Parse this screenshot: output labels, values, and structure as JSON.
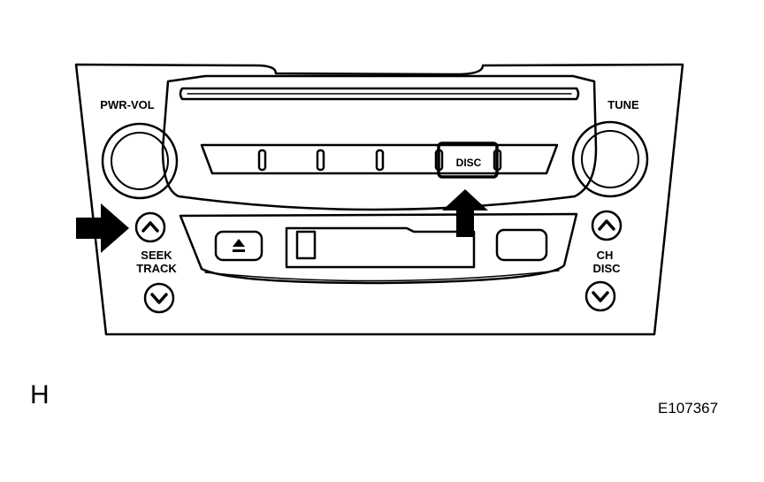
{
  "labels": {
    "pwr_vol": "PWR-VOL",
    "tune": "TUNE",
    "disc_button": "DISC",
    "seek": "SEEK",
    "track": "TRACK",
    "ch": "CH",
    "disc": "DISC"
  },
  "figure_letter": "H",
  "figure_code": "E107367",
  "icons": {
    "eject": "eject-icon",
    "up": "chevron-up-icon",
    "down": "chevron-down-icon",
    "pointer_right": "arrow-right-icon",
    "pointer_up": "arrow-up-icon"
  },
  "colors": {
    "line": "#000000",
    "background": "#ffffff"
  }
}
